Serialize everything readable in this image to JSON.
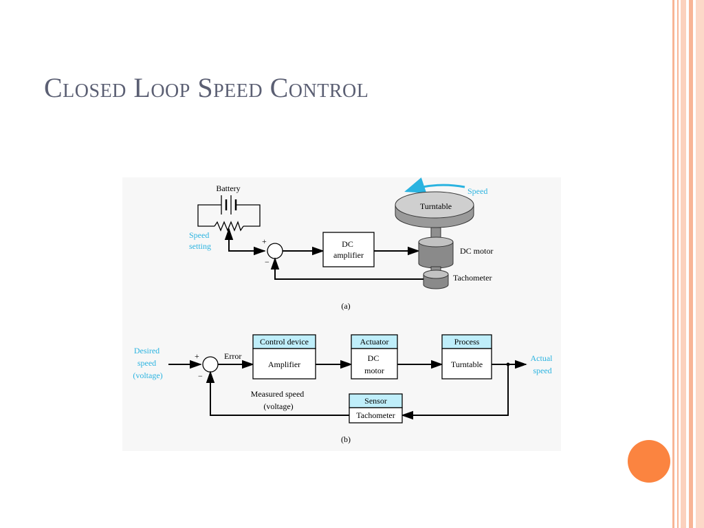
{
  "slide": {
    "title": "Closed Loop Speed Control",
    "accent_color": "#fb8440",
    "frame_color": "#f8b596"
  },
  "figure_a": {
    "battery": "Battery",
    "speed_setting": [
      "Speed",
      "setting"
    ],
    "plus": "+",
    "minus": "−",
    "amplifier": [
      "DC",
      "amplifier"
    ],
    "turntable": "Turntable",
    "speed": "Speed",
    "dc_motor": "DC motor",
    "tachometer": "Tachometer",
    "caption": "(a)"
  },
  "figure_b": {
    "input": [
      "Desired",
      "speed",
      "(voltage)"
    ],
    "plus": "+",
    "minus": "−",
    "error": "Error",
    "control_device": {
      "header": "Control device",
      "body": "Amplifier"
    },
    "actuator": {
      "header": "Actuator",
      "body": [
        "DC",
        "motor"
      ]
    },
    "process": {
      "header": "Process",
      "body": "Turntable"
    },
    "output": [
      "Actual",
      "speed"
    ],
    "measured": [
      "Measured speed",
      "(voltage)"
    ],
    "sensor": {
      "header": "Sensor",
      "body": "Tachometer"
    },
    "caption": "(b)"
  },
  "colors": {
    "cyan_label": "#2ab3e0",
    "box_header": "#bfeefa",
    "turntable_gray": "#cfcfcf"
  }
}
